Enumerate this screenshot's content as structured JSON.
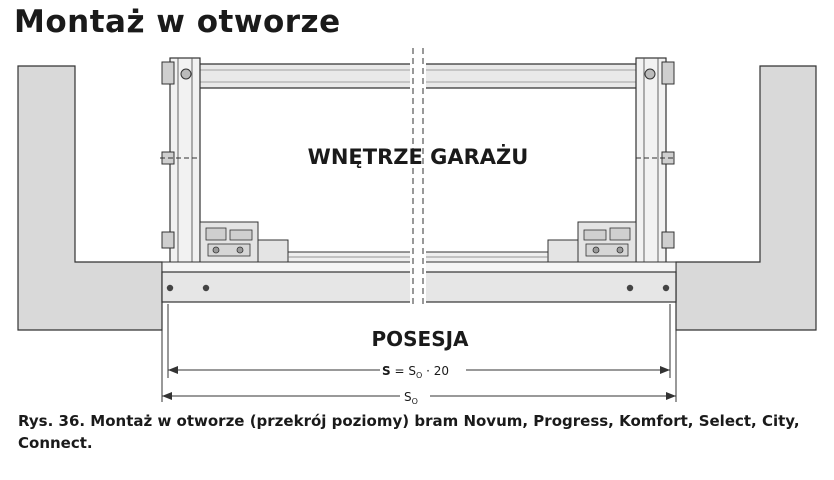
{
  "title": "Montaż w otworze",
  "diagram": {
    "inside_label": "WNĘTRZE GARAŻU",
    "outside_label": "POSESJA",
    "dim_s": {
      "symbol": "S",
      "equals": " = S",
      "sub": "O",
      "rest": " · 20"
    },
    "dim_so": {
      "symbol": "S",
      "sub": "O"
    }
  },
  "caption": "Rys. 36. Montaż w otworze (przekrój poziomy) bram Novum, Progress, Komfort, Select, City, Connect."
}
